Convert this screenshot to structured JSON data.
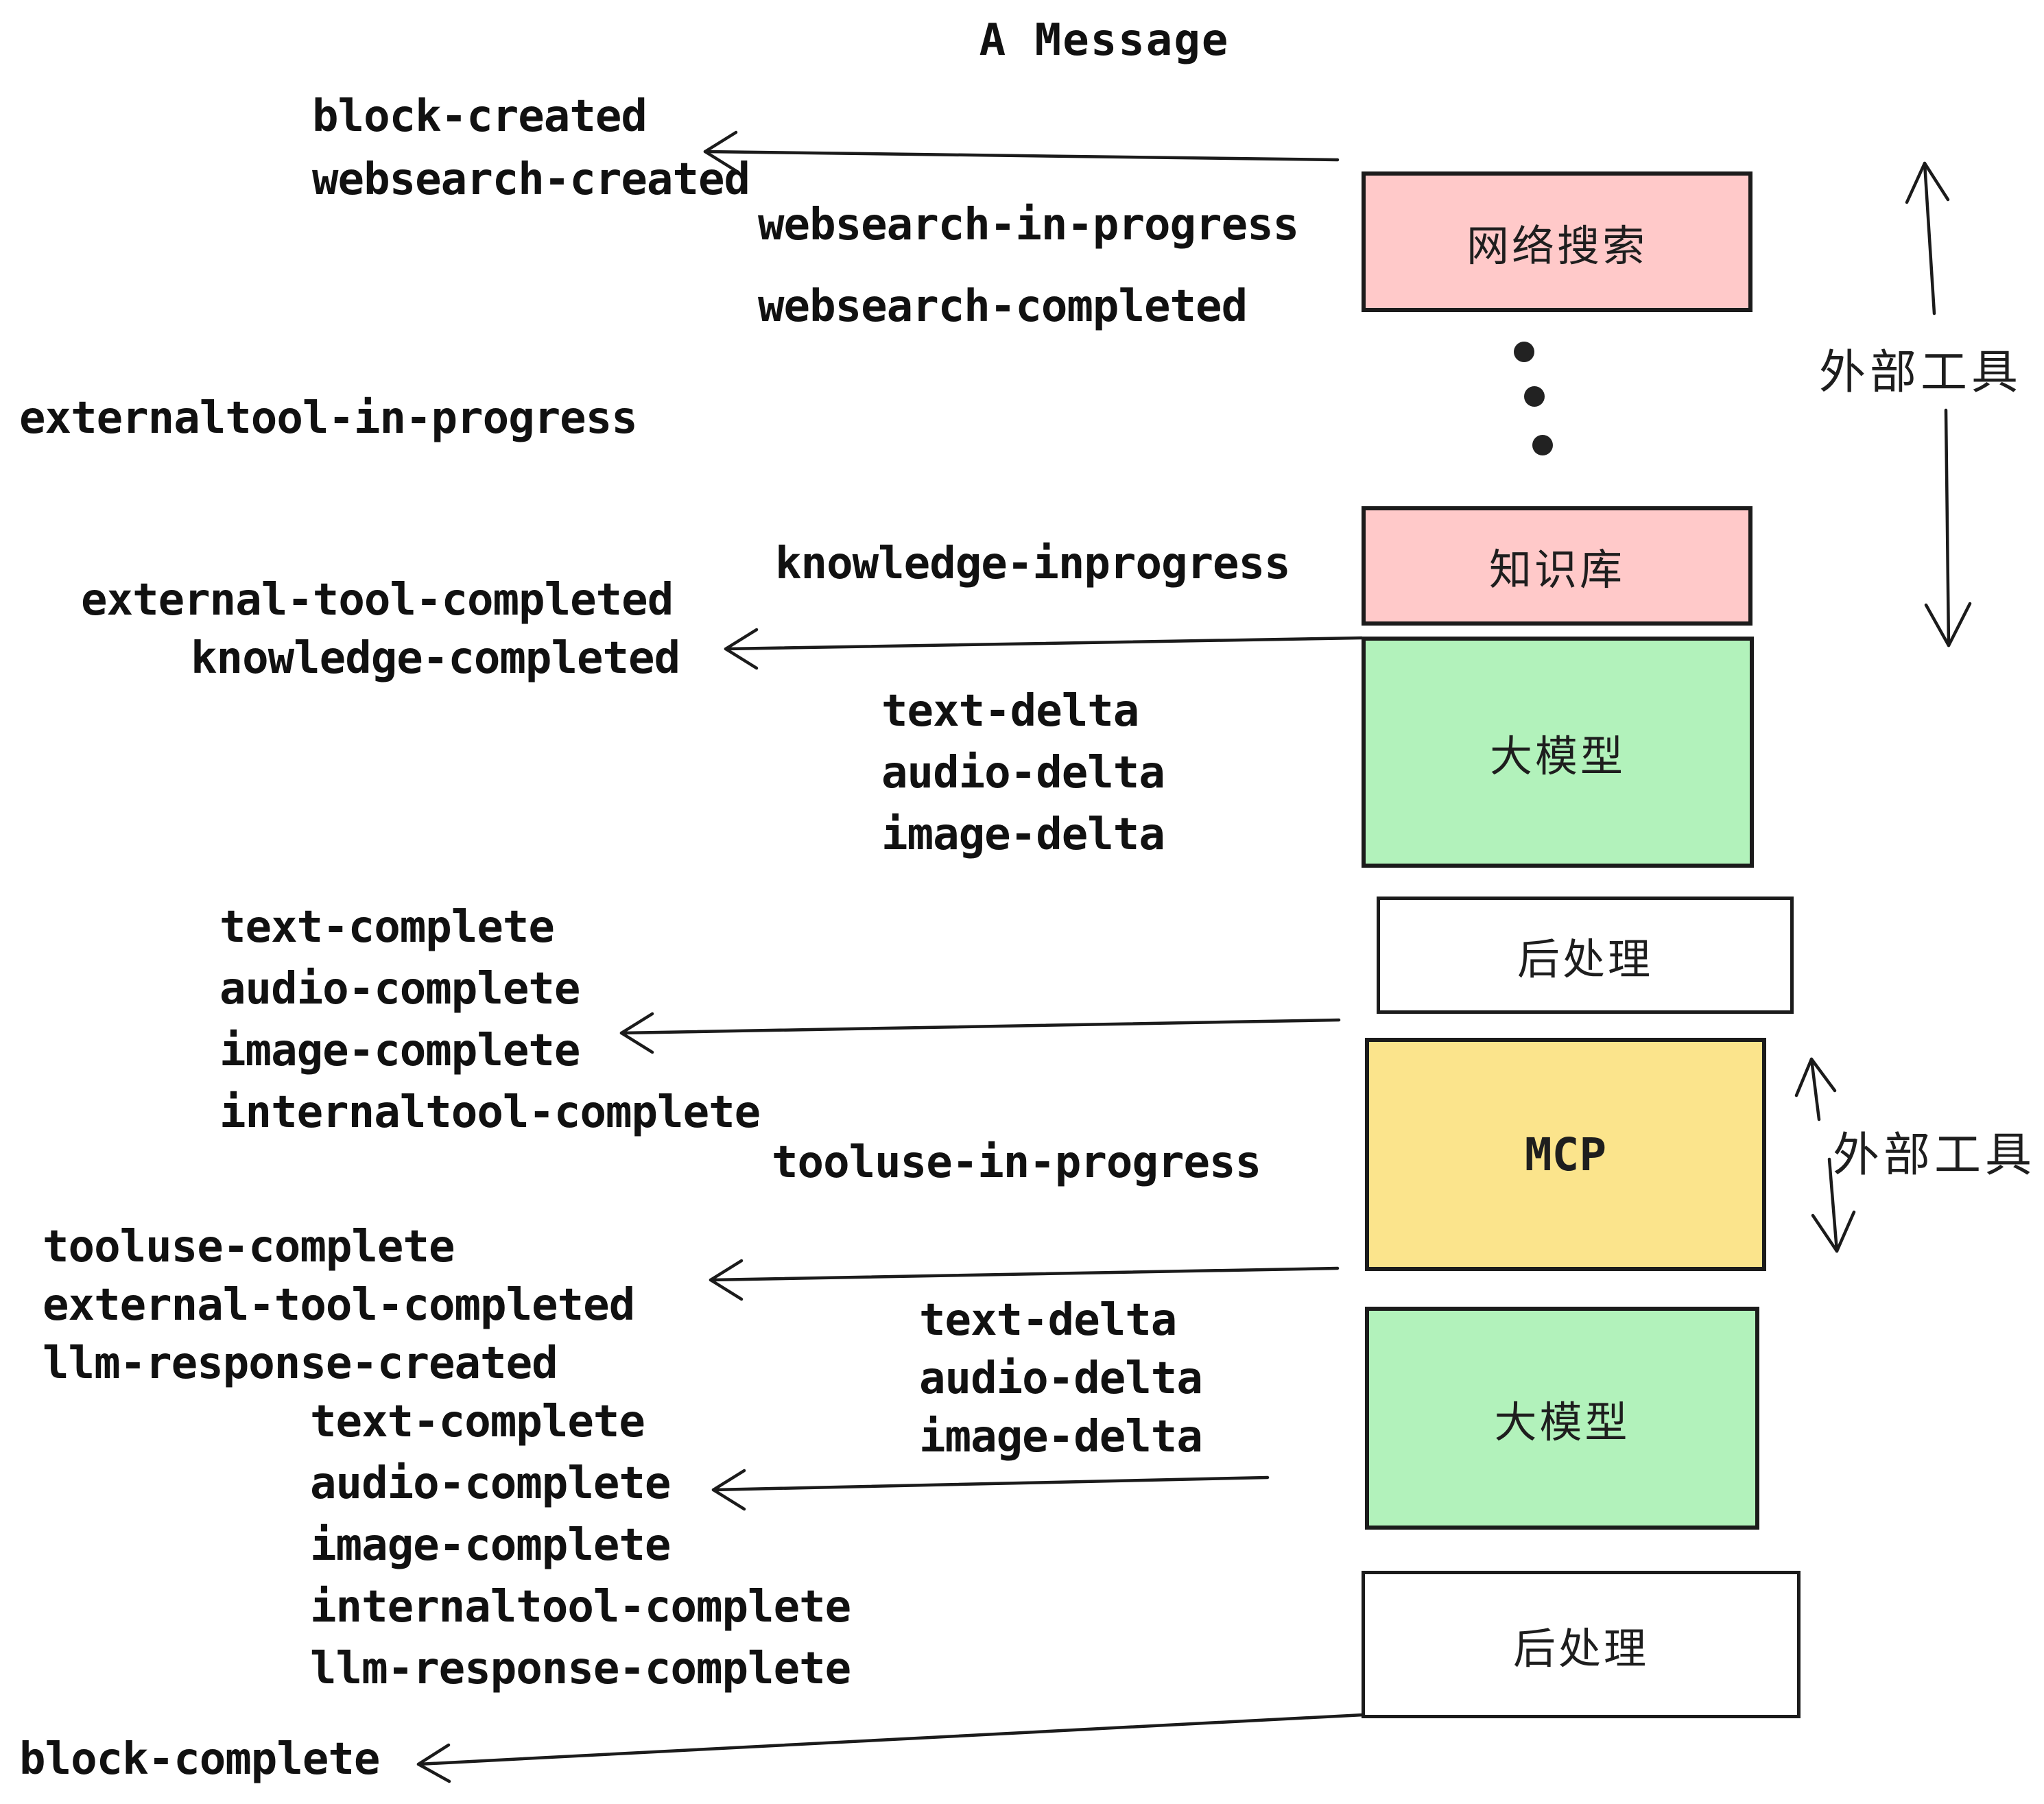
{
  "title": "A Message",
  "events": {
    "block_created": "block-created",
    "websearch_created": "websearch-created",
    "websearch_in_progress": "websearch-in-progress",
    "websearch_completed": "websearch-completed",
    "externaltool_in_progress": "externaltool-in-progress",
    "knowledge_inprogress": "knowledge-inprogress",
    "external_tool_completed_1": "external-tool-completed",
    "knowledge_completed": "knowledge-completed",
    "text_delta_1": "text-delta",
    "audio_delta_1": "audio-delta",
    "image_delta_1": "image-delta",
    "text_complete_1": "text-complete",
    "audio_complete_1": "audio-complete",
    "image_complete_1": "image-complete",
    "internaltool_complete_1": "internaltool-complete",
    "tooluse_in_progress": "tooluse-in-progress",
    "tooluse_complete": "tooluse-complete",
    "external_tool_completed_2": "external-tool-completed",
    "llm_response_created": "llm-response-created",
    "text_complete_2": "text-complete",
    "audio_complete_2": "audio-complete",
    "image_complete_2": "image-complete",
    "internaltool_complete_2": "internaltool-complete",
    "llm_response_complete": "llm-response-complete",
    "text_delta_2": "text-delta",
    "audio_delta_2": "audio-delta",
    "image_delta_2": "image-delta",
    "block_complete": "block-complete"
  },
  "boxes": {
    "websearch": {
      "label": "网络搜索",
      "color": "#FFC9C9"
    },
    "knowledge": {
      "label": "知识库",
      "color": "#FFC9C9"
    },
    "llm_top": {
      "label": "大模型",
      "color": "#B2F2BB"
    },
    "post_top": {
      "label": "后处理",
      "color": "#FFFFFF"
    },
    "mcp": {
      "label": "MCP",
      "color": "#FBE48C"
    },
    "llm_bottom": {
      "label": "大模型",
      "color": "#B2F2BB"
    },
    "post_bottom": {
      "label": "后处理",
      "color": "#FFFFFF"
    }
  },
  "side_labels": {
    "external_tools_top": "外部工具",
    "external_tools_bottom": "外部工具"
  },
  "colors": {
    "ink": "#1b1b1b",
    "pink": "#FFC9C9",
    "green": "#B2F2BB",
    "yellow": "#FBE48C",
    "background": "#FFFFFF"
  }
}
